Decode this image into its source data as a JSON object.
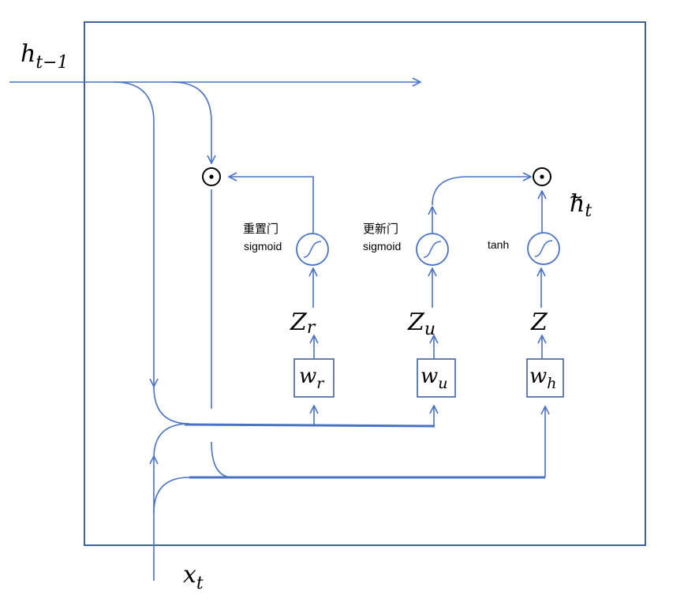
{
  "inputs": {
    "h_prev": {
      "base": "h",
      "sub": "t−1"
    },
    "x_t": {
      "base": "x",
      "sub": "t"
    }
  },
  "output": {
    "base": "h",
    "sub": "t",
    "accent": "~"
  },
  "gates": {
    "reset": {
      "name": "重置门",
      "activation": "sigmoid",
      "z_base": "Z",
      "z_sub": "r",
      "w_base": "w",
      "w_sub": "r"
    },
    "update": {
      "name": "更新门",
      "activation": "sigmoid",
      "z_base": "Z",
      "z_sub": "u",
      "w_base": "w",
      "w_sub": "u"
    },
    "candidate": {
      "activation": "tanh",
      "z_base": "Z",
      "z_sub": "",
      "w_base": "w",
      "w_sub": "h"
    }
  },
  "colors": {
    "wire": "#4a72c4",
    "frame": "#41619a"
  },
  "icons": {
    "hadamard": "circled-dot-operator",
    "activation": "sigmoid-curve-icon"
  }
}
